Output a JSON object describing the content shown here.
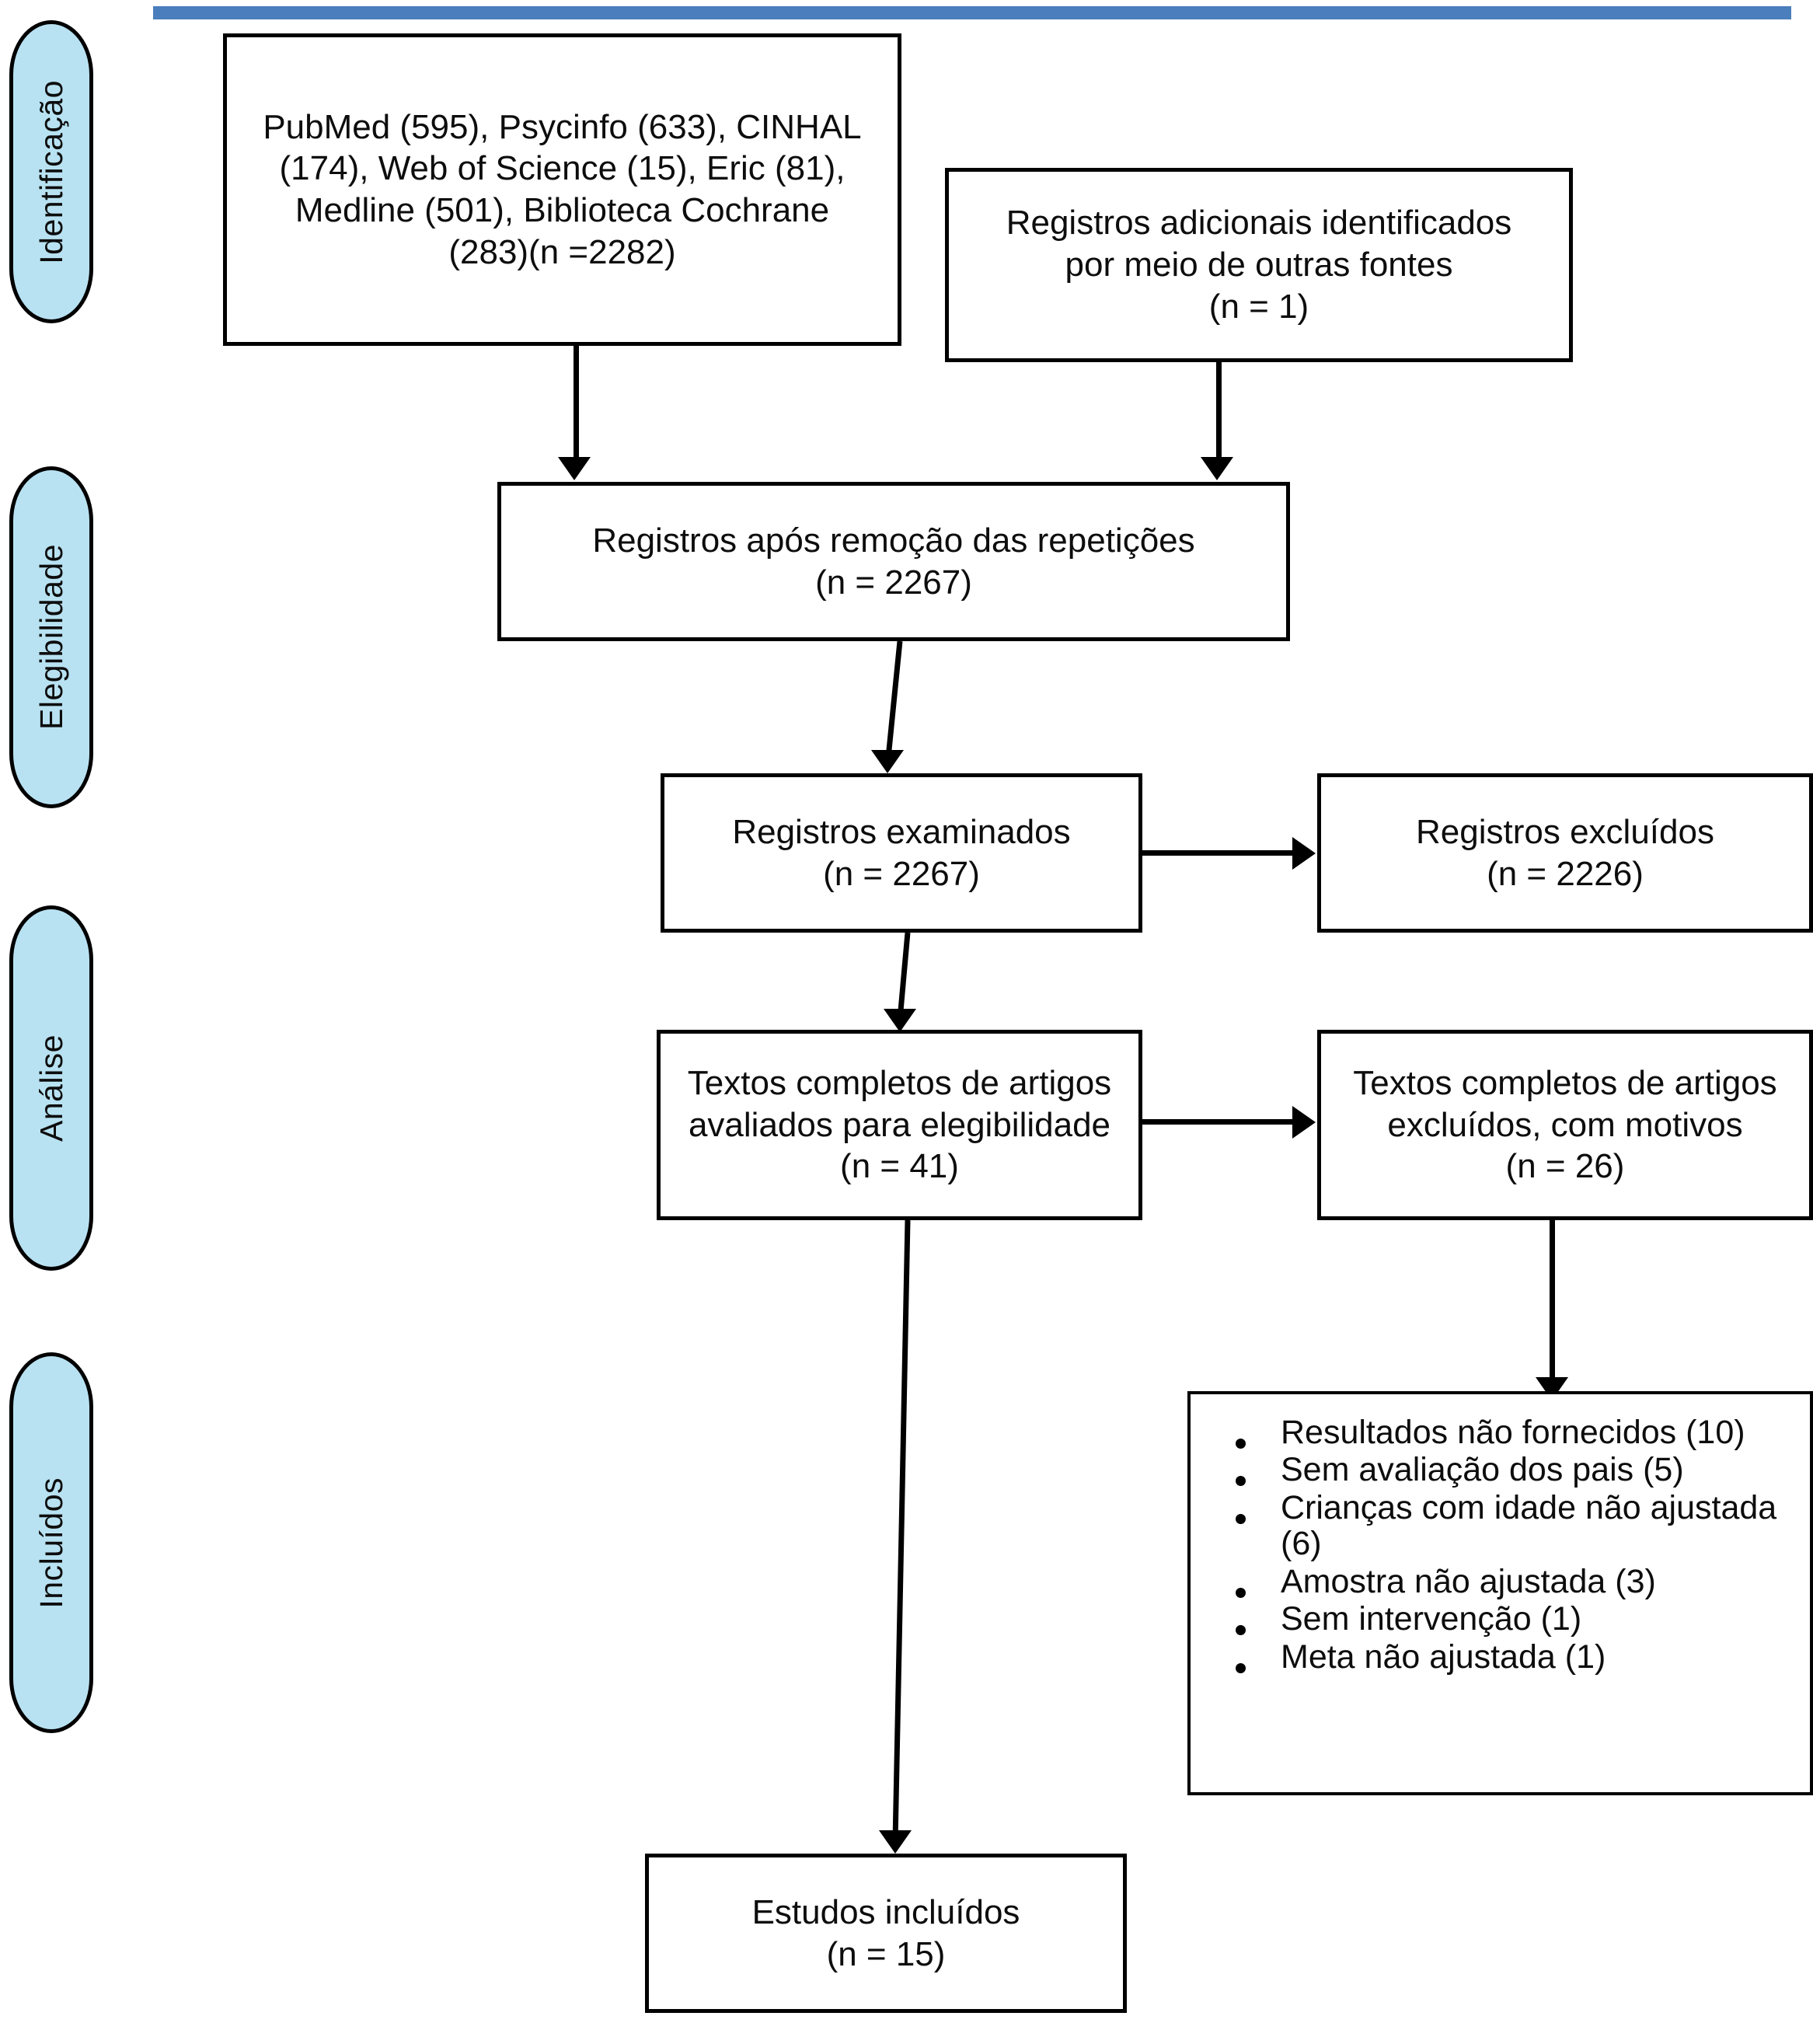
{
  "diagram": {
    "title": "PRISMA flow diagram",
    "accent_color": "#4a7ebc",
    "stage_fill_color": "#b8e2f2",
    "box_border_color": "#000000",
    "background_color": "#ffffff"
  },
  "stages": [
    {
      "id": "identificacao",
      "label": "Identificação"
    },
    {
      "id": "elegibilidade",
      "label": "Elegibilidade"
    },
    {
      "id": "analise",
      "label": "Análise"
    },
    {
      "id": "incluidos",
      "label": "Incluídos"
    }
  ],
  "boxes": {
    "databases": {
      "text": "PubMed (595), Psycinfo (633), CINHAL\n(174), Web of Science (15), Eric (81),\nMedline (501), Biblioteca Cochrane\n(283)(n =2282)"
    },
    "additional_records": {
      "text": "Registros adicionais identificados\npor meio de outras fontes\n(n = 1)"
    },
    "after_duplicates": {
      "text": "Registros após remoção das repetições\n(n = 2267)"
    },
    "screened": {
      "text": "Registros examinados\n(n = 2267)"
    },
    "excluded": {
      "text": "Registros excluídos\n(n = 2226)"
    },
    "fulltext_assessed": {
      "text": "Textos completos de artigos\navaliados para elegibilidade\n(n = 41)"
    },
    "fulltext_excluded": {
      "text": "Textos completos de artigos\nexcluídos, com motivos\n(n = 26)"
    },
    "included_studies": {
      "text": "Estudos incluídos\n(n = 15)"
    }
  },
  "exclusion_reasons": [
    "Resultados não fornecidos (10)",
    "Sem avaliação dos pais (5)",
    "Crianças com idade não ajustada (6)",
    "Amostra não ajustada (3)",
    "Sem intervenção (1)",
    "Meta não ajustada (1)"
  ]
}
